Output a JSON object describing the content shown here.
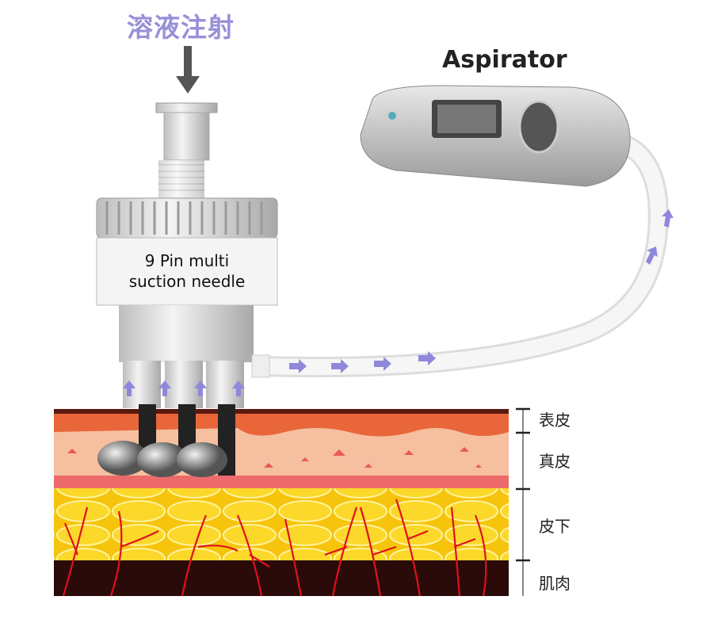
{
  "title": "溶液注射",
  "aspirator_label": "Aspirator",
  "needle": {
    "line1": "9 Pin multi",
    "line2": "suction needle"
  },
  "layers": [
    {
      "label": "表皮"
    },
    {
      "label": "真皮"
    },
    {
      "label": "皮下"
    },
    {
      "label": "肌肉"
    }
  ],
  "colors": {
    "accent": "#9890d8",
    "arrow": "#8f88da",
    "epidermis": "#e8663a",
    "dermis": "#f3b897",
    "fat": "#f5cc10",
    "muscle": "#2b0a0a",
    "vessel": "#e0101e"
  }
}
